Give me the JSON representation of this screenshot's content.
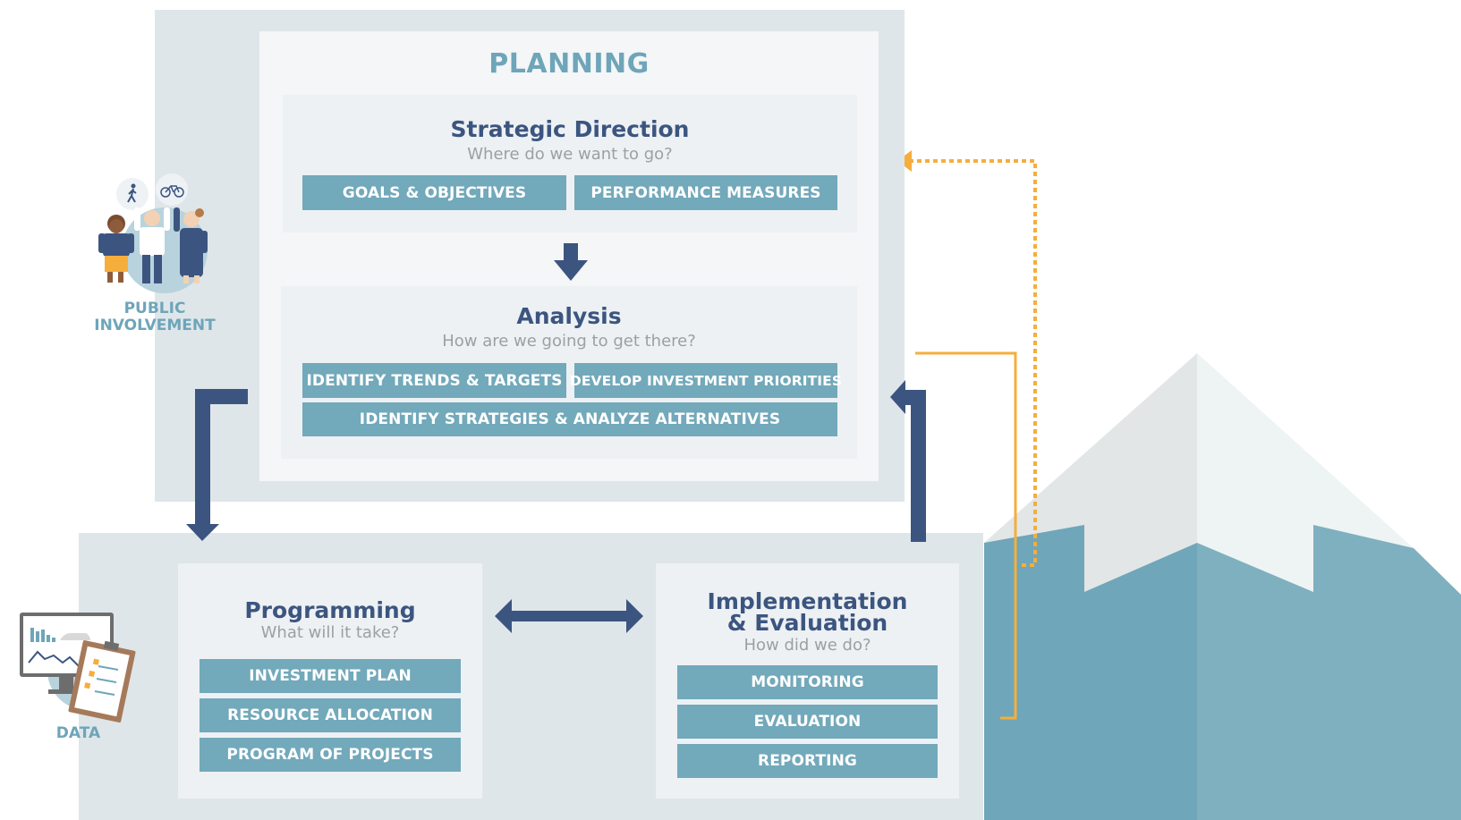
{
  "planning": {
    "title": "PLANNING",
    "strategic_direction": {
      "title": "Strategic Direction",
      "subtitle": "Where do we want to go?",
      "tiles": [
        "GOALS & OBJECTIVES",
        "PERFORMANCE MEASURES"
      ]
    },
    "analysis": {
      "title": "Analysis",
      "subtitle": "How are we going to get there?",
      "tiles": [
        "IDENTIFY TRENDS & TARGETS",
        "DEVELOP INVESTMENT PRIORITIES",
        "IDENTIFY STRATEGIES & ANALYZE ALTERNATIVES"
      ]
    }
  },
  "programming": {
    "title": "Programming",
    "subtitle": "What will it take?",
    "tiles": [
      "INVESTMENT PLAN",
      "RESOURCE ALLOCATION",
      "PROGRAM OF PROJECTS"
    ]
  },
  "implementation": {
    "title_line1": "Implementation",
    "title_line2": "& Evaluation",
    "subtitle": "How did we do?",
    "tiles": [
      "MONITORING",
      "EVALUATION",
      "REPORTING"
    ]
  },
  "public_involvement": {
    "label_line1": "PUBLIC",
    "label_line2": "INVOLVEMENT",
    "icons": [
      "pedestrian-icon",
      "bicycle-icon"
    ]
  },
  "data_section": {
    "label": "DATA"
  },
  "colors": {
    "navy": "#3c5580",
    "teal_tile": "#72a9bb",
    "planning_title": "#6ea5b9",
    "orange": "#f5ae3c",
    "panel_outer": "#dfe6ea",
    "panel_inner": "#f4f6f7"
  }
}
